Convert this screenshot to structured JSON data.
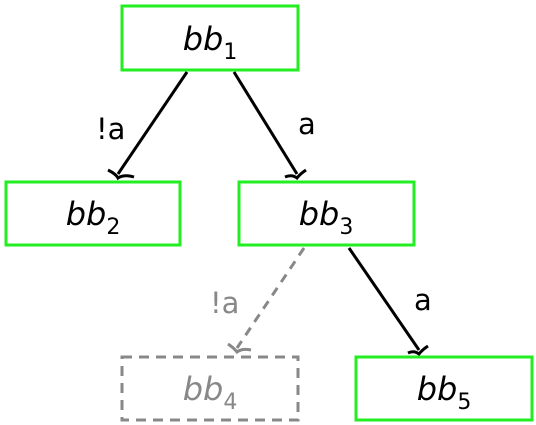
{
  "colors": {
    "active_border": "#22ee22",
    "inactive_border": "#888888",
    "active_edge": "#000000",
    "inactive_edge": "#888888",
    "active_text": "#000000",
    "inactive_text": "#888888"
  },
  "nodes": {
    "bb1": {
      "base": "bb",
      "sub": "1",
      "state": "active"
    },
    "bb2": {
      "base": "bb",
      "sub": "2",
      "state": "active"
    },
    "bb3": {
      "base": "bb",
      "sub": "3",
      "state": "active"
    },
    "bb4": {
      "base": "bb",
      "sub": "4",
      "state": "inactive"
    },
    "bb5": {
      "base": "bb",
      "sub": "5",
      "state": "active"
    }
  },
  "edges": {
    "bb1_bb2": {
      "label": "!a",
      "state": "active"
    },
    "bb1_bb3": {
      "label": "a",
      "state": "active"
    },
    "bb3_bb4": {
      "label": "!a",
      "state": "inactive"
    },
    "bb3_bb5": {
      "label": "a",
      "state": "active"
    }
  }
}
